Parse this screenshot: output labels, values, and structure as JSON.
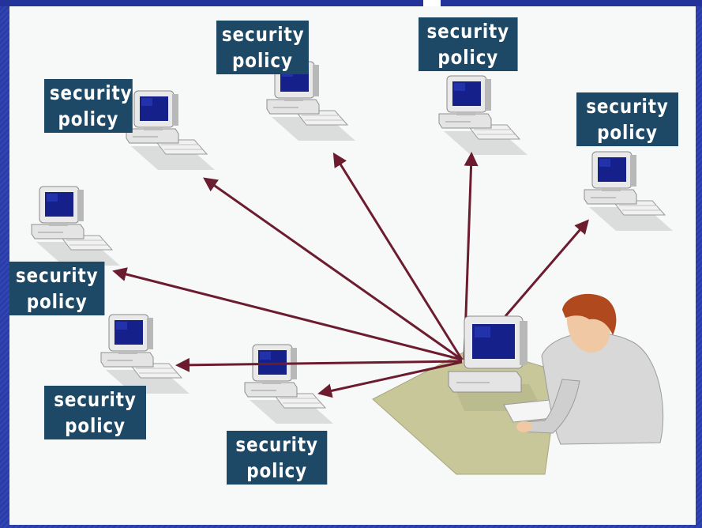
{
  "labels": [
    {
      "line1": "security",
      "line2": "policy"
    },
    {
      "line1": "security",
      "line2": "policy"
    },
    {
      "line1": "security",
      "line2": "policy"
    },
    {
      "line1": "security",
      "line2": "policy"
    },
    {
      "line1": "security",
      "line2": "policy"
    },
    {
      "line1": "security",
      "line2": "policy"
    },
    {
      "line1": "security",
      "line2": "policy"
    }
  ],
  "colors": {
    "background": "#2c3fae",
    "panel": "#f7f8f8",
    "label_bg": "#1d4866",
    "label_text": "#ffffff",
    "arrow": "#6b1c2f",
    "screen": "#16208a",
    "monitor_body": "#e2e2e2",
    "desk_mat": "#c7c79a",
    "hair": "#b04a1e",
    "shirt": "#d8d8d8"
  },
  "icons": [
    "computer-icon",
    "administrator-figure",
    "arrow"
  ]
}
